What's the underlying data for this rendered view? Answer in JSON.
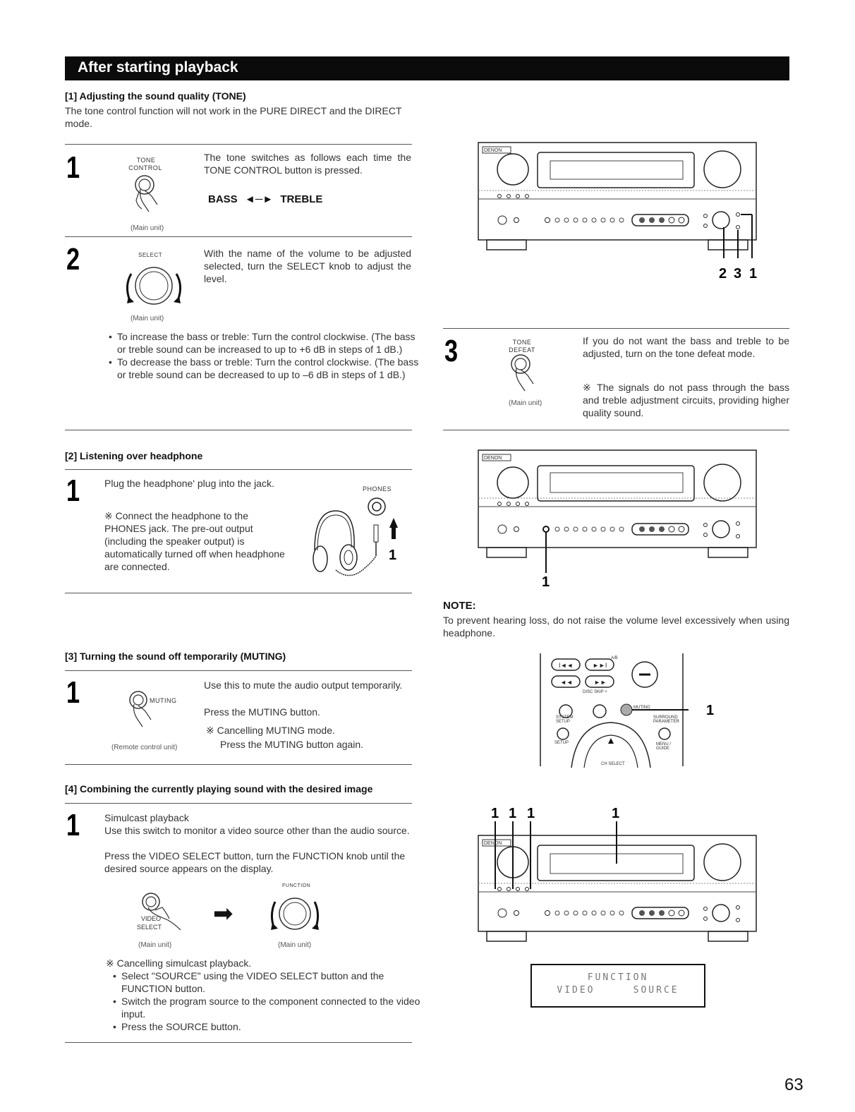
{
  "banner": "After starting playback",
  "s1": {
    "heading": "[1] Adjusting the sound quality (TONE)",
    "intro": "The tone control function will not work in the PURE DIRECT and the DIRECT mode.",
    "step1": {
      "num": "1",
      "label_line1": "TONE",
      "label_line2": "CONTROL",
      "caption": "(Main unit)",
      "text": "The tone switches as follows each time the TONE CONTROL button is pressed.",
      "bass": "BASS",
      "treble": "TREBLE"
    },
    "step2": {
      "num": "2",
      "label": "SELECT",
      "caption": "(Main unit)",
      "text": "With the name of the volume to be adjusted selected, turn the SELECT knob to adjust the level."
    },
    "bullets": [
      "To increase the bass or treble: Turn the control clockwise. (The bass or treble sound can be increased to up to +6 dB in steps of 1 dB.)",
      "To decrease the bass or treble: Turn the control clockwise. (The bass or treble sound can be decreased to up to –6 dB in steps of 1 dB.)"
    ],
    "callouts": [
      "2",
      "3",
      "1"
    ],
    "step3": {
      "num": "3",
      "label_line1": "TONE",
      "label_line2": "DEFEAT",
      "caption": "(Main unit)",
      "text": "If you do not want the bass and treble to be adjusted, turn on the tone defeat mode.",
      "note": "※ The signals do not pass through the bass and treble adjustment circuits, providing higher quality sound."
    }
  },
  "s2": {
    "heading": "[2] Listening over headphone",
    "num": "1",
    "text": "Plug the headphone' plug into the jack.",
    "note": "※ Connect the headphone to the PHONES jack. The pre-out output (including the speaker output) is automatically turned off when headphone are connected.",
    "phones_label": "PHONES",
    "callout": "1",
    "panel_callout": "1",
    "note_heading": "NOTE:",
    "note_text": "To prevent hearing loss, do not raise the volume level excessively when using headphone."
  },
  "s3": {
    "heading": "[3] Turning the sound off temporarily (MUTING)",
    "num": "1",
    "muting_label": "MUTING",
    "caption": "(Remote control unit)",
    "text": "Use this to mute the audio output temporarily.",
    "text2": "Press the MUTING button.",
    "note": "※ Cancelling MUTING mode.",
    "note2": "Press the MUTING button again.",
    "remote_callout": "1",
    "remote_labels": {
      "disc_skip": "DISC SKIP +",
      "muting": "MUTING",
      "system_setup": "SYSTEM SETUP",
      "surround_parameter": "SURROUND PARAMETER",
      "setup": "SETUP",
      "menu_guide": "MENU / GUIDE",
      "ch_select": "CH SELECT",
      "ab": "A/B"
    }
  },
  "s4": {
    "heading": "[4] Combining the currently playing sound with the desired image",
    "num": "1",
    "title": "Simulcast playback",
    "text": "Use this switch to monitor a video source other than the audio source.",
    "text2": "Press the VIDEO SELECT button, turn the FUNCTION knob until the desired source appears on the display.",
    "function_label": "FUNCTION",
    "video_label_1": "VIDEO",
    "video_label_2": "SELECT",
    "caption_left": "(Main unit)",
    "caption_right": "(Main unit)",
    "cancel": "※ Cancelling simulcast playback.",
    "bullets": [
      "Select \"SOURCE\" using the VIDEO SELECT button and the FUNCTION button.",
      "Switch the program source to the component connected to the video input.",
      "Press the SOURCE button."
    ],
    "callouts": [
      "1",
      "1",
      "1",
      "1"
    ],
    "display_line1": "FUNCTION",
    "display_line2": "VIDEO     SOURCE"
  },
  "brand": "DENON",
  "page_number": "63"
}
